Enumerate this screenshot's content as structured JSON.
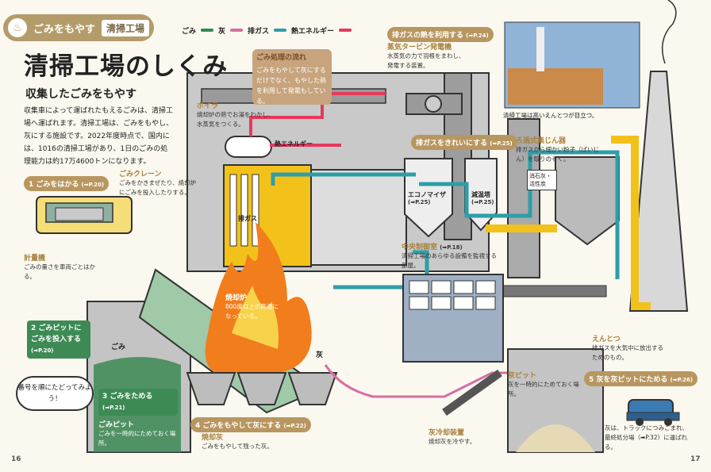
{
  "header": {
    "category": "ごみをもやす",
    "subtitle": "清掃工場",
    "icon": "flame-icon",
    "main_title": "清掃工場のしくみ"
  },
  "legend": {
    "items": [
      {
        "label": "ごみ",
        "color": "#2f8a57"
      },
      {
        "label": "灰",
        "color": "#d66fa3"
      },
      {
        "label": "排ガス",
        "color": "#2d9ea8"
      },
      {
        "label": "熱エネルギー",
        "color": "#e6395c"
      }
    ]
  },
  "flow_box": {
    "title": "ごみ処理の流れ",
    "text": "ごみをもやして灰にするだけでなく、もやした熱を利用して発電もしている。"
  },
  "intro": {
    "heading": "収集したごみをもやす",
    "body": "収集車によって運ばれたもえるごみは、清掃工場へ運ばれます。清掃工場は、ごみをもやし、灰にする施設です。2022年度時点で、国内には、1016の清掃工場があり、1日のごみの処理能力は約17万4600トンになります。"
  },
  "steps": {
    "s1": {
      "label": "1 ごみをはかる",
      "ref": "(➡P.20)"
    },
    "s2": {
      "label": "2 ごみピットにごみを投入する",
      "ref": "(➡P.20)"
    },
    "s3": {
      "label": "3 ごみをためる",
      "ref": "(➡P.21)"
    },
    "s4": {
      "label": "4 ごみをもやして灰にする",
      "ref": "(➡P.22)"
    },
    "s5": {
      "label": "5 灰を灰ピットにためる",
      "ref": "(➡P.26)"
    }
  },
  "labels": {
    "scale": {
      "title": "計量機",
      "text": "ごみの量さを車両ごとはかる。"
    },
    "crane": {
      "title": "ごみクレーン",
      "text": "ごみをかきまぜたり、焼却炉にごみを投入したりする。"
    },
    "boiler": {
      "title": "ボイラ",
      "text": "焼却炉の熱でお湯をわかし、水蒸気をつくる。"
    },
    "turbine": {
      "title": "蒸気タービン発電機",
      "text": "水蒸気の力で羽根をまわし、発電する装置。"
    },
    "exhaust_use": {
      "title": "排ガスの熱を利用する",
      "ref": "(➡P.24)"
    },
    "exhaust_clean": {
      "title": "排ガスをきれいにする",
      "ref": "(➡P.25)"
    },
    "economizer": {
      "title": "エコノマイザ",
      "ref": "(➡P.25)"
    },
    "reactor": {
      "title": "減温塔",
      "ref": "(➡P.25)"
    },
    "filter": {
      "title": "ろ過式集じん器",
      "text": "排ガスから細かい粉子（ばいじん）を取りのぞく。"
    },
    "filter_box": "消石灰・活性炭",
    "control": {
      "title": "中央制御室",
      "ref": "(➡P.18)",
      "text": "清掃工場のあらゆる設備を監視する部屋。"
    },
    "furnace": {
      "title": "焼却炉",
      "text": "800度以上の高温になっている。"
    },
    "pit_gomi": {
      "title": "ごみピット",
      "text": "ごみを一時的にためておく場所。"
    },
    "ash_pit": {
      "title": "灰ピット",
      "text": "灰を一時的にためておく場所。"
    },
    "ash_cooler": {
      "title": "灰冷却装置",
      "text": "焼却灰を冷やす。"
    },
    "incineration_ash": {
      "title": "焼却灰",
      "text": "ごみをもやして残った灰。"
    },
    "chimney": {
      "title": "えんとつ",
      "text": "排ガスを大気中に放出するためのもの。"
    },
    "truck_note": "灰は、トラックにつみこまれ、最終処分場（➡P.32）に運ばれる。",
    "photo_caption": "清掃工場は高いえんとつが目立つ。",
    "exhaust": "排ガス",
    "heat": "熱エネルギー",
    "ash": "灰",
    "gomi": "ごみ"
  },
  "bubble": "番号を順にたどってみよう！",
  "pages": {
    "left": "16",
    "right": "17"
  }
}
